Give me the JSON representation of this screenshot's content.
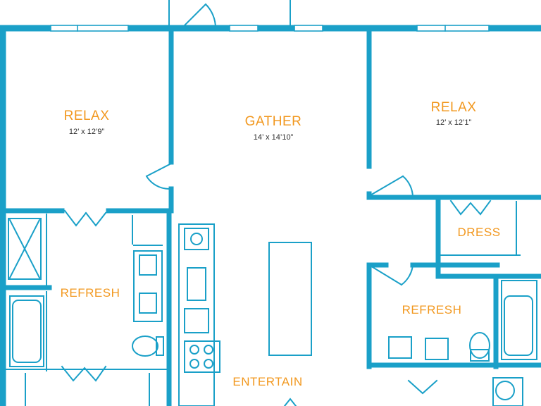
{
  "colors": {
    "wall": "#1aa0c8",
    "label": "#f2981f",
    "dim_text": "#2c2c2c",
    "background": "#ffffff"
  },
  "rooms": {
    "relax_left": {
      "name": "RELAX",
      "dims": "12’ x 12’9”"
    },
    "gather": {
      "name": "GATHER",
      "dims": "14’ x 14’10”"
    },
    "relax_right": {
      "name": "RELAX",
      "dims": "12’ x 12’1”"
    },
    "dress": {
      "name": "DRESS"
    },
    "refresh_left": {
      "name": "REFRESH"
    },
    "refresh_right": {
      "name": "REFRESH"
    },
    "entertain": {
      "name": "ENTERTAIN"
    }
  }
}
